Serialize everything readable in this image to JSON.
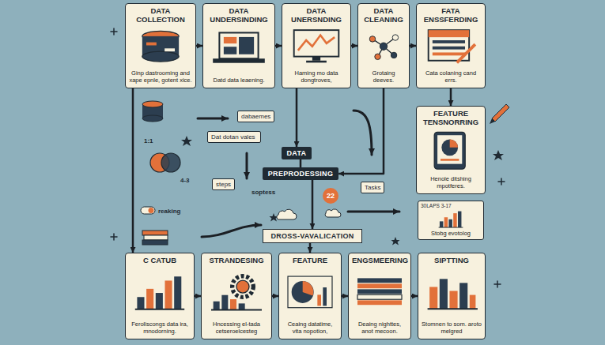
{
  "diagram": {
    "nodes": [
      {
        "text": [
          "DATA COLLECTION",
          "Ginp dastrooming and xape epnle, gotent xice."
        ]
      },
      {
        "text": [
          "DATA UNDERSINDING",
          "Datd data leaening."
        ]
      },
      {
        "text": [
          "DATA UNERSNDING",
          "Haming mo data dongtroves,"
        ]
      },
      {
        "text": [
          "DATA CLEANING",
          "Grotaing deeves."
        ]
      },
      {
        "text": [
          "FATA ENSSFERDING",
          "Cata colaning cand errs."
        ]
      },
      {
        "text": [
          "FEATURE TENSNORRING",
          "Henole ditshing mpotferes."
        ]
      },
      {
        "text": [
          "30LAPS 3-17",
          "Stobg evotolog"
        ]
      },
      {
        "text": [
          "DATA"
        ]
      },
      {
        "text": [
          "PREPRODESSING"
        ]
      },
      {
        "text": [
          "DROSS-VAVALICATION"
        ]
      },
      {
        "text": [
          "C CATUB",
          "Feroliscongs data ira, mnodorning."
        ]
      },
      {
        "text": [
          "STRANDESING",
          "Hncessing el-tada cetseroelcesteg"
        ]
      },
      {
        "text": [
          "FEATURE",
          "Ceaing datatime, vita nopotion,"
        ]
      },
      {
        "text": [
          "ENGSMEERING",
          "Deaing nighttes, anot mecoon."
        ]
      },
      {
        "text": [
          "SIPTTING",
          "Stomnen to som. aroto melgred"
        ]
      }
    ],
    "edges": [
      {
        "from": 0,
        "to": 1,
        "arrow": "to"
      },
      {
        "from": 1,
        "to": 2,
        "arrow": "to"
      },
      {
        "from": 2,
        "to": 3,
        "arrow": "to"
      },
      {
        "from": 3,
        "to": 4,
        "arrow": "to"
      },
      {
        "from": 4,
        "to": 5,
        "arrow": "to"
      },
      {
        "from": 2,
        "to": 7,
        "arrow": "to"
      },
      {
        "from": 7,
        "to": 8,
        "arrow": "none"
      },
      {
        "from": 3,
        "to": 8,
        "arrow": "to"
      },
      {
        "from": 8,
        "to": 9,
        "arrow": "to"
      },
      {
        "from": 9,
        "to": 12,
        "arrow": "to"
      },
      {
        "from": 0,
        "to": 10,
        "arrow": "to"
      },
      {
        "from": 10,
        "to": 11,
        "arrow": "to"
      },
      {
        "from": 11,
        "to": 12,
        "arrow": "to"
      },
      {
        "from": 12,
        "to": 13,
        "arrow": "to"
      },
      {
        "from": 13,
        "to": 14,
        "arrow": "to"
      }
    ],
    "labels": [
      "Dat dotan vales",
      "dabaemes",
      "steps",
      "soptess",
      "22",
      "Tasks",
      "1:1",
      "4-3",
      "reaking"
    ]
  }
}
